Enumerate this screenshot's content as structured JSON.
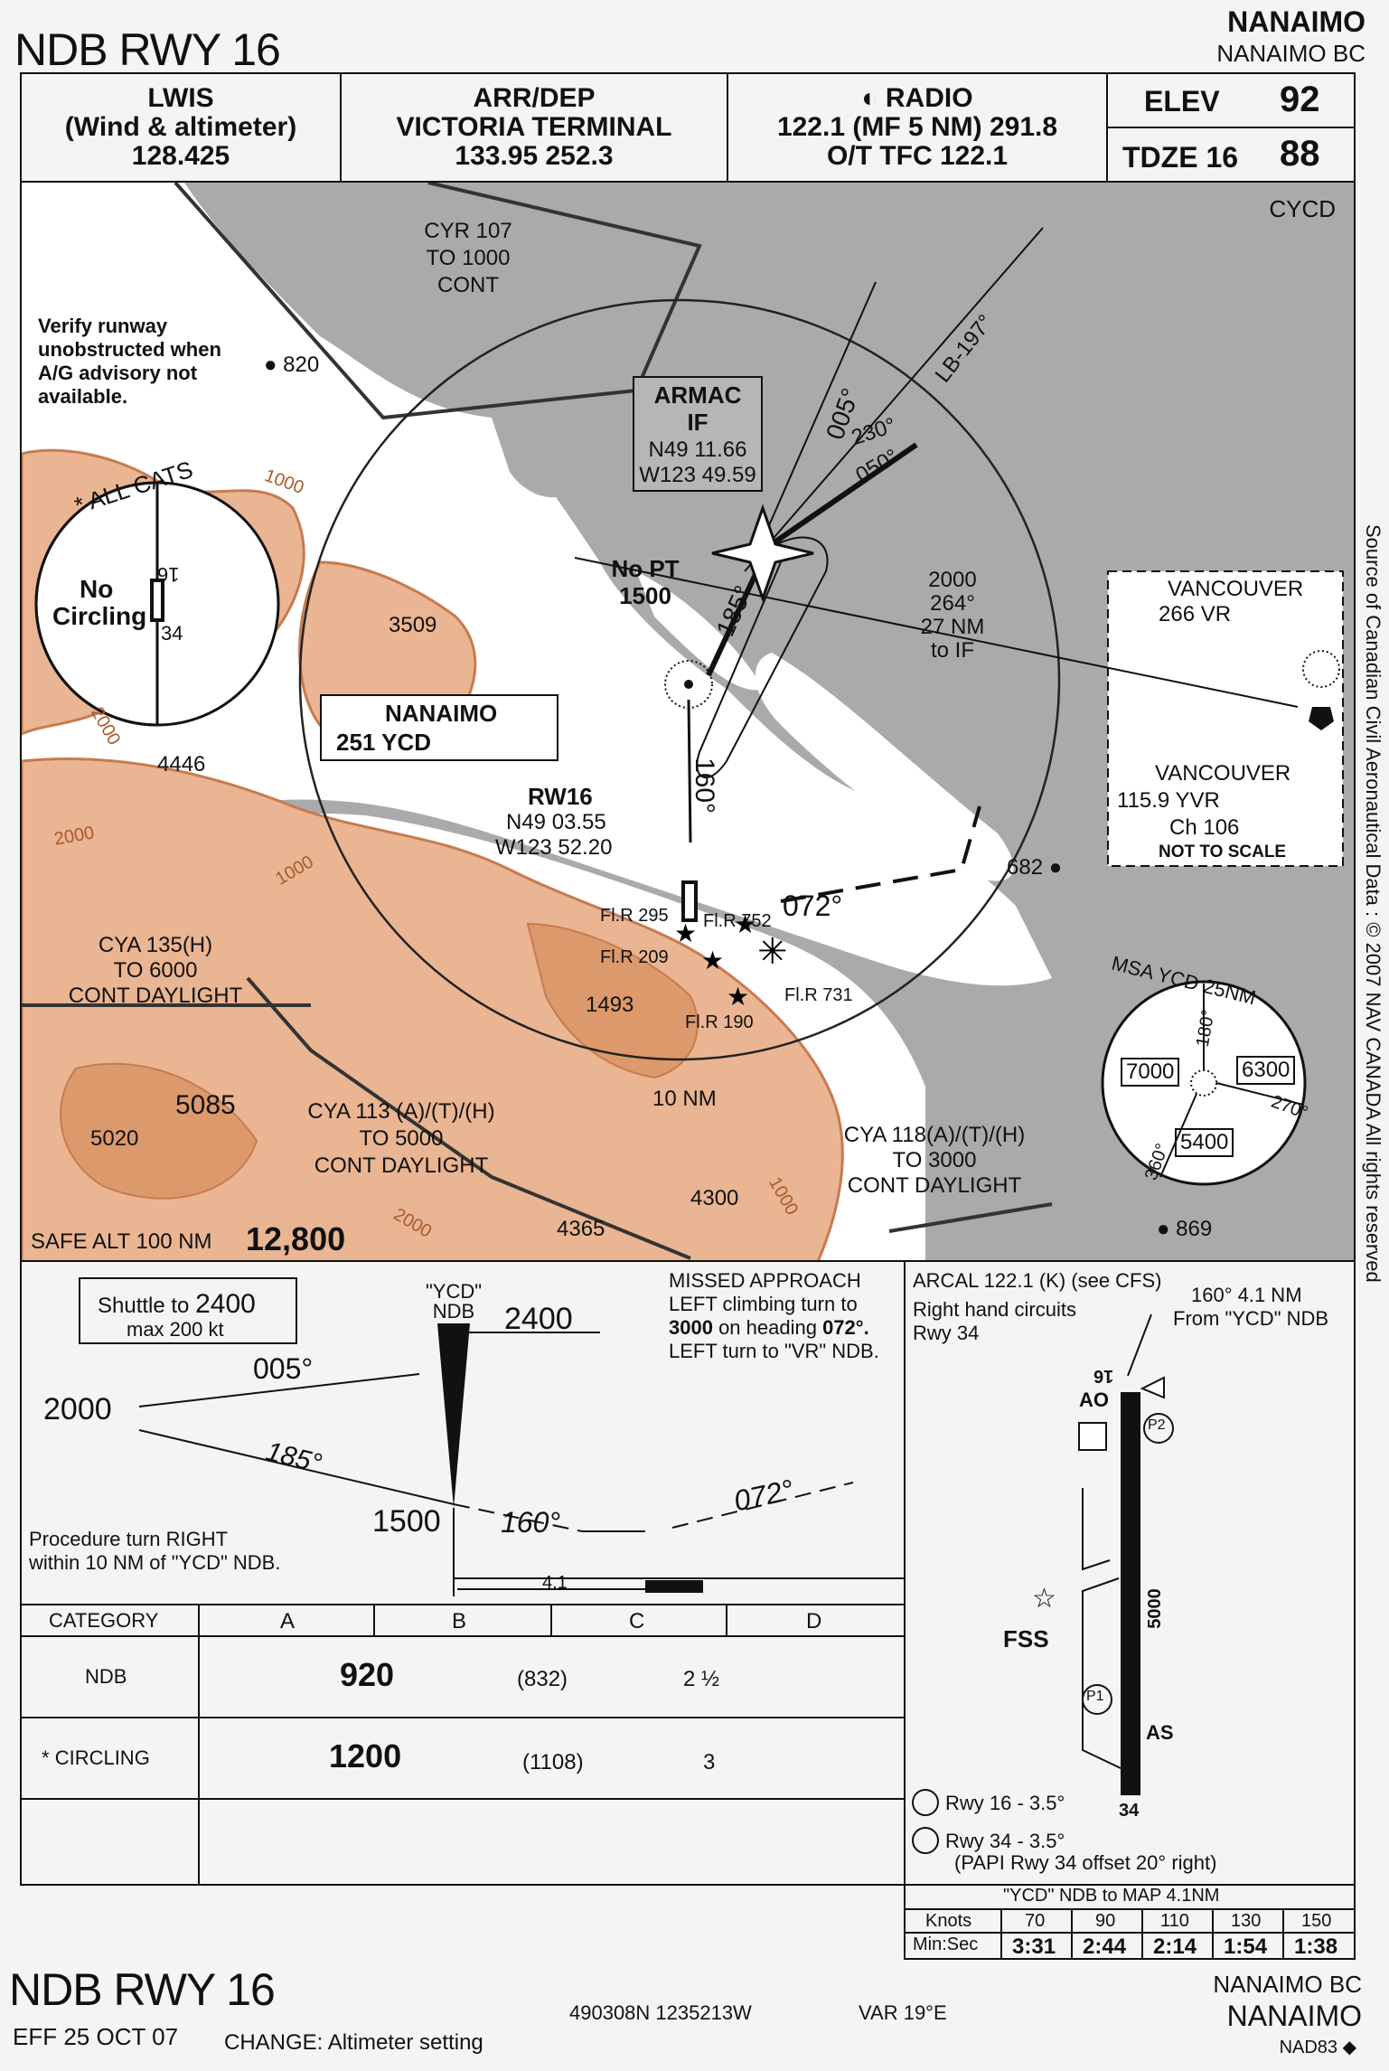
{
  "header": {
    "title": "NDB RWY 16",
    "city": "NANAIMO",
    "city_sub": "NANAIMO BC"
  },
  "comms": {
    "lwis": {
      "name": "LWIS",
      "desc": "(Wind & altimeter)",
      "freq": "128.425"
    },
    "arrdep": {
      "name": "ARR/DEP",
      "desc": "VICTORIA TERMINAL",
      "freq": "133.95  252.3"
    },
    "radio": {
      "name": "RADIO",
      "line1": "122.1 (MF 5 NM) 291.8",
      "line2": "O/T TFC 122.1"
    },
    "elev": {
      "label": "ELEV",
      "value": "92"
    },
    "tdze": {
      "label": "TDZE 16",
      "value": "88"
    }
  },
  "plan": {
    "icao": "CYCD",
    "cyr107": [
      "CYR 107",
      "TO 1000",
      "CONT"
    ],
    "verify": [
      "Verify runway",
      "unobstructed when",
      "A/G advisory not",
      "available."
    ],
    "elev_820": "820",
    "all_cats": "ALL CATS",
    "no_circling": [
      "No",
      "Circling"
    ],
    "rwy16": "16",
    "rwy34": "34",
    "armac": {
      "name": "ARMAC",
      "type": "IF",
      "lat": "N49 11.66",
      "lon": "W123 49.59"
    },
    "crs005": "005°",
    "lb197": "LB-197°",
    "crs230": "230°",
    "crs050": "050°",
    "nopt": [
      "No PT",
      "1500"
    ],
    "crs185": "185°",
    "transition": [
      "2000",
      "264°",
      "27 NM",
      "to IF"
    ],
    "vancouver_ndb": {
      "name": "VANCOUVER",
      "ident": "266 VR"
    },
    "vancouver_vor": {
      "name": "VANCOUVER",
      "ident": "115.9 YVR",
      "ch": "Ch 106",
      "note": "NOT TO SCALE"
    },
    "elev_3509": "3509",
    "nanaimo_ndb": {
      "name": "NANAIMO",
      "ident": "251 YCD"
    },
    "elev_4446": "4446",
    "rw16": {
      "name": "RW16",
      "lat": "N49 03.55",
      "lon": "W123 52.20"
    },
    "crs160": "160°",
    "crs072": "072°",
    "elev_682": "682",
    "lights": [
      "Fl.R 295",
      "Fl.R 752",
      "Fl.R 209",
      "Fl.R 731",
      "Fl.R 190"
    ],
    "elev_1493": "1493",
    "cya135": [
      "CYA 135(H)",
      "TO 6000",
      "CONT DAYLIGHT"
    ],
    "elev_5085": "5085",
    "elev_5020": "5020",
    "cya113": [
      "CYA 113 (A)/(T)/(H)",
      "TO 5000",
      "CONT DAYLIGHT"
    ],
    "ring_10nm": "10 NM",
    "elev_4300": "4300",
    "elev_4365": "4365",
    "cya118": [
      "CYA 118(A)/(T)/(H)",
      "TO 3000",
      "CONT DAYLIGHT"
    ],
    "safe_alt_label": "SAFE ALT 100 NM",
    "safe_alt": "12,800",
    "elev_869": "869",
    "contours": [
      "1000",
      "2000",
      "1000",
      "2000",
      "1000",
      "2000"
    ],
    "msa": {
      "title": "MSA  YCD  25NM",
      "sec_a": "7000",
      "sec_b": "6300",
      "sec_c": "5400",
      "brg180": "180°",
      "brg270": "270°",
      "brg360": "360°"
    },
    "source": "Source of Canadian Civil Aeronautical Data : © 2007 NAV CANADA All rights reserved"
  },
  "profile": {
    "shuttle": "Shuttle to",
    "shuttle_alt": "2400",
    "shuttle_spd": "max 200 kt",
    "ndb_name": "\"YCD\"",
    "ndb_type": "NDB",
    "alt2400": "2400",
    "alt2000": "2000",
    "crs005": "005°",
    "crs185": "185°",
    "alt1500": "1500",
    "crs160": "160°",
    "crs072": "072°",
    "pt_note": [
      "Procedure turn RIGHT",
      "within 10 NM of \"YCD\" NDB."
    ],
    "dist": "4.1",
    "missed": {
      "title": "MISSED APPROACH",
      "l1": "LEFT climbing turn to",
      "l2a": "3000",
      "l2b": " on heading ",
      "l2c": "072°.",
      "l3": "LEFT turn to \"VR\" NDB."
    }
  },
  "aerodrome": {
    "arcal": "ARCAL 122.1 (K) (see CFS)",
    "circuits": [
      "Right hand circuits",
      "Rwy 34"
    ],
    "map_pos": [
      "160° 4.1 NM",
      "From \"YCD\" NDB"
    ],
    "rwy16": "16",
    "ao": "AO",
    "p2": "P2",
    "p1": "P1",
    "fss": "FSS",
    "length": "5000",
    "as": "AS",
    "rwy34": "34",
    "papi": [
      "Rwy 16 - 3.5°",
      "Rwy 34 - 3.5°",
      "(PAPI Rwy 34 offset 20° right)"
    ]
  },
  "minima": {
    "headers": [
      "CATEGORY",
      "A",
      "B",
      "C",
      "D"
    ],
    "ndb": {
      "label": "NDB",
      "mda": "920",
      "hat": "(832)",
      "vis": "2 ½"
    },
    "circ": {
      "label": "CIRCLING",
      "mda": "1200",
      "hat": "(1108)",
      "vis": "3"
    }
  },
  "timing": {
    "title": "\"YCD\" NDB to MAP 4.1NM",
    "knots_label": "Knots",
    "time_label": "Min:Sec",
    "knots": [
      "70",
      "90",
      "110",
      "130",
      "150"
    ],
    "times": [
      "3:31",
      "2:44",
      "2:14",
      "1:54",
      "1:38"
    ]
  },
  "footer": {
    "title": "NDB RWY 16",
    "eff": "EFF 25 OCT 07",
    "change": "CHANGE: Altimeter setting",
    "coords": "490308N 1235213W",
    "var": "VAR 19°E",
    "city_sub": "NANAIMO BC",
    "city": "NANAIMO",
    "datum": "NAD83"
  }
}
